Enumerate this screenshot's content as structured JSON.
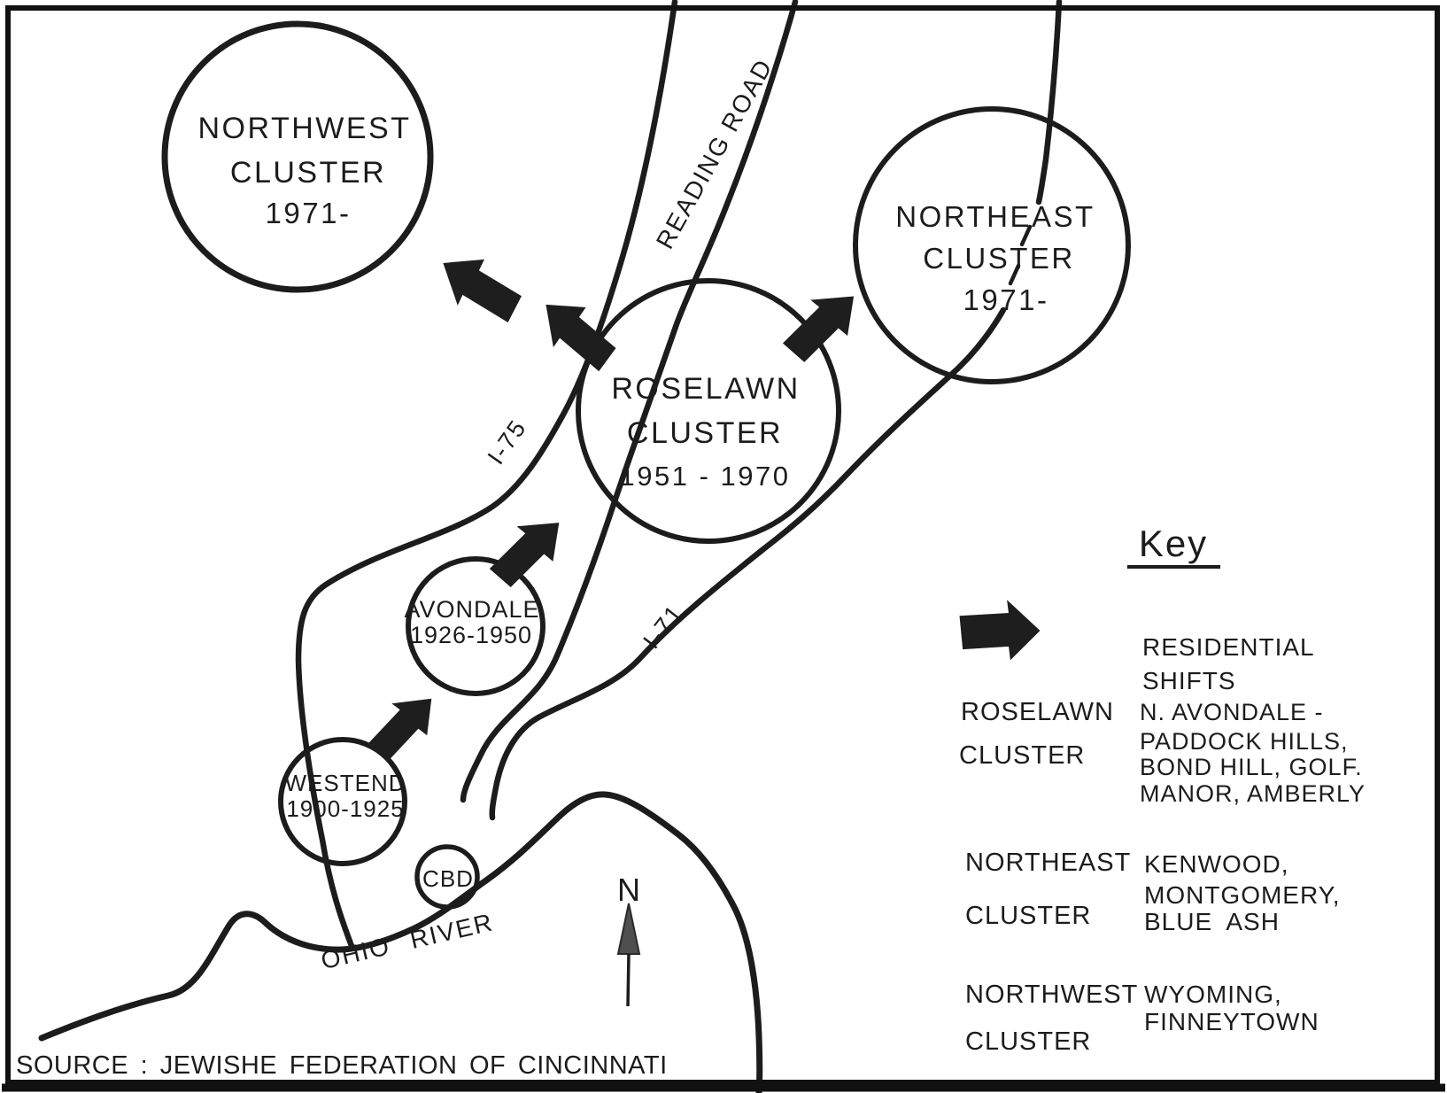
{
  "clusters": {
    "northwest": {
      "line1": "NORTHWEST",
      "line2": "CLUSTER",
      "line3": "1971-"
    },
    "northeast": {
      "line1": "NORTHEAST",
      "line2": "CLUSTER",
      "line3": "1971-"
    },
    "roselawn": {
      "line1": "ROSELAWN",
      "line2": "CLUSTER",
      "line3": "1951 - 1970"
    },
    "avondale": {
      "line1": "AVONDALE",
      "line2": "1926-1950"
    },
    "westend": {
      "line1": "WESTEND",
      "line2": "1900-1925"
    },
    "cbd": {
      "line1": "CBD"
    }
  },
  "roads": {
    "i75": "I-75",
    "i71": "I-71",
    "reading_road": "READING ROAD"
  },
  "river": {
    "label": "OHIO RIVER"
  },
  "compass": {
    "north": "N"
  },
  "key": {
    "title": "Key",
    "shift_arrow": {
      "line1": "RESIDENTIAL",
      "line2": "SHIFTS"
    },
    "roselawn": {
      "term1": "ROSELAWN",
      "term2": "CLUSTER",
      "def1": "N. AVONDALE -",
      "def2": "PADDOCK HILLS,",
      "def3": "BOND HILL, GOLF.",
      "def4": "MANOR, AMBERLY"
    },
    "northeast": {
      "term1": "NORTHEAST",
      "term2": "CLUSTER",
      "def1": "KENWOOD,",
      "def2": "MONTGOMERY,",
      "def3": "BLUE ASH"
    },
    "northwest": {
      "term1": "NORTHWEST",
      "term2": "CLUSTER",
      "def1": "WYOMING,",
      "def2": "FINNEYTOWN"
    }
  },
  "source": {
    "text": "SOURCE : JEWISHE FEDERATION OF CINCINNATI"
  },
  "colors": {
    "ink": "#1c1c1c",
    "paper": "#ffffff",
    "arrow": "#1e1e1e",
    "north_arrow": "#4f4f4f"
  }
}
